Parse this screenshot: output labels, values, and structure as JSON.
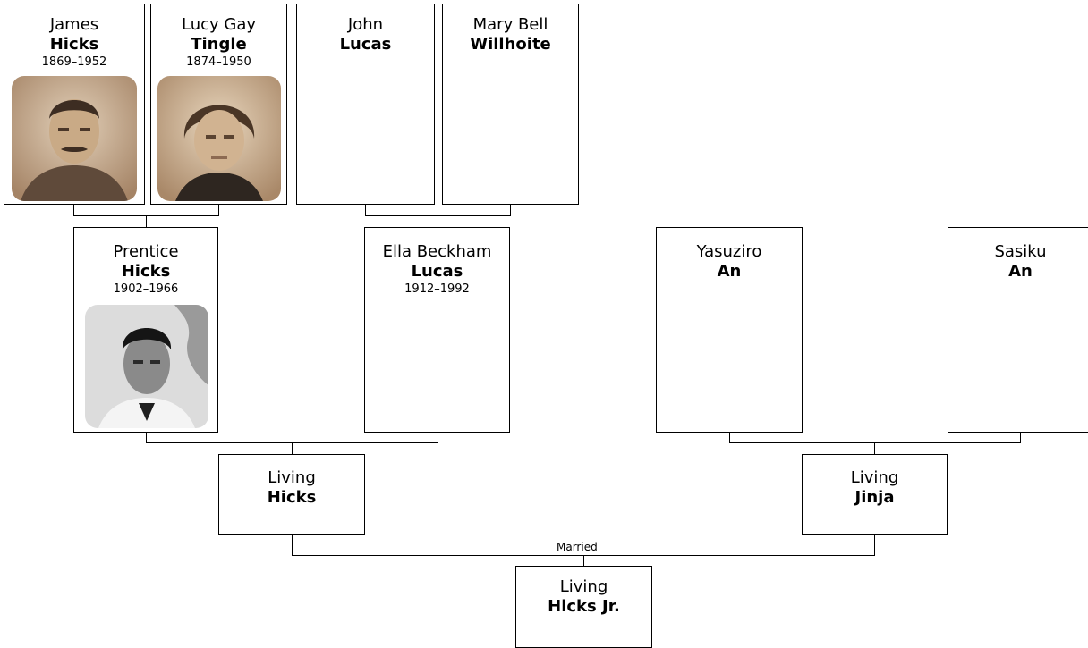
{
  "people": {
    "james": {
      "given": "James",
      "surname": "Hicks",
      "dates": "1869–1952",
      "photo": "portrait-photo"
    },
    "lucy": {
      "given": "Lucy Gay",
      "surname": "Tingle",
      "dates": "1874–1950",
      "photo": "portrait-photo"
    },
    "john": {
      "given": "John",
      "surname": "Lucas"
    },
    "mary": {
      "given": "Mary Bell",
      "surname": "Willhoite"
    },
    "prentice": {
      "given": "Prentice",
      "surname": "Hicks",
      "dates": "1902–1966",
      "photo": "portrait-photo"
    },
    "ella": {
      "given": "Ella Beckham",
      "surname": "Lucas",
      "dates": "1912–1992"
    },
    "yasuziro": {
      "given": "Yasuziro",
      "surname": "An"
    },
    "sasiku": {
      "given": "Sasiku",
      "surname": "An"
    },
    "living_hicks": {
      "given": "Living",
      "surname": "Hicks"
    },
    "living_jinja": {
      "given": "Living",
      "surname": "Jinja"
    },
    "living_jr": {
      "given": "Living",
      "surname": "Hicks Jr."
    }
  },
  "connectors": {
    "married_label": "Married"
  },
  "colors": {
    "border": "#000000",
    "line": "#000000",
    "sepia": "#a8876a",
    "photo_bw": "#d8d8d8"
  }
}
